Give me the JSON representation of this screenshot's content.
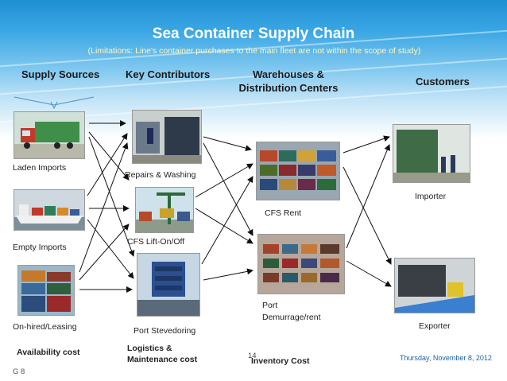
{
  "slide": {
    "title": "Sea Container Supply Chain",
    "subtitle": "(Limitations: Line's container purchases  to the main fleet are not within the scope of study)",
    "page_number": "14",
    "date": "Thursday, November 8, 2012",
    "footer_code": "G 8"
  },
  "headers": {
    "supply_sources": "Supply  Sources",
    "key_contributors": "Key Contributors",
    "warehouses_line1": "Warehouses &",
    "warehouses_line2": "Distribution Centers",
    "customers": "Customers"
  },
  "labels": {
    "laden_imports": "Laden Imports",
    "empty_imports": "Empty Imports",
    "on_hired_leasing": "On-hired/Leasing",
    "repairs_washing": "Repairs & Washing",
    "cfs_lift": "CFS Lift-On/Off",
    "port_stevedoring": "Port Stevedoring",
    "cfs_rent": "CFS Rent",
    "port_demurrage_line1": "Port",
    "port_demurrage_line2": "Demurrage/rent",
    "importer": "Importer",
    "exporter": "Exporter"
  },
  "costs": {
    "availability": "Availability cost",
    "logistics_line1": "Logistics &",
    "logistics_line2": "Maintenance cost",
    "inventory": "Inventory Cost"
  },
  "colors": {
    "banner_top": "#1f8fd3",
    "title_text": "#ffffff",
    "subtitle_text": "#fff7c0",
    "date_text": "#1f5fa8",
    "arrow": "#111111"
  },
  "icons": {
    "truck": "truck-photo",
    "ship": "ship-photo",
    "stack": "container-stack-photo",
    "crane": "crane-photo",
    "yard": "container-yard-photo",
    "warehouse": "warehouse-photo"
  }
}
